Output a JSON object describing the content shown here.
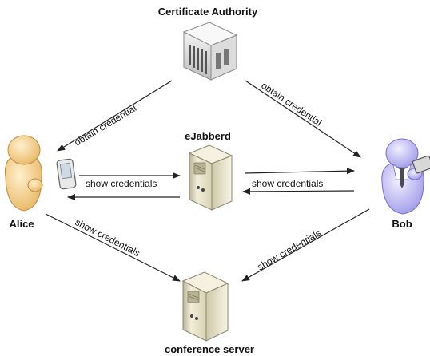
{
  "nodes": {
    "certificate_authority": "Certificate Authority",
    "ejabberd": "eJabberd",
    "alice": "Alice",
    "bob": "Bob",
    "conference_server": "conference server"
  },
  "edges": {
    "alice_obtain": "obtain credential",
    "bob_obtain": "obtain credential",
    "alice_show_ejabberd": "show credentials",
    "bob_show_ejabberd": "show credentials",
    "alice_show_conference": "show credentials",
    "bob_show_conference": "show credentials"
  },
  "icons": {
    "certificate_authority": "certificate-authority-icon",
    "ejabberd": "server-icon",
    "conference_server": "server-icon",
    "alice": "person-icon",
    "bob": "person-icon",
    "alice_device": "phone-icon",
    "bob_device": "tablet-icon"
  },
  "colors": {
    "alice_body": "#f8d79a",
    "bob_body": "#c9c6f7",
    "server_body": "#e8e3c7",
    "arrow": "#222222"
  }
}
